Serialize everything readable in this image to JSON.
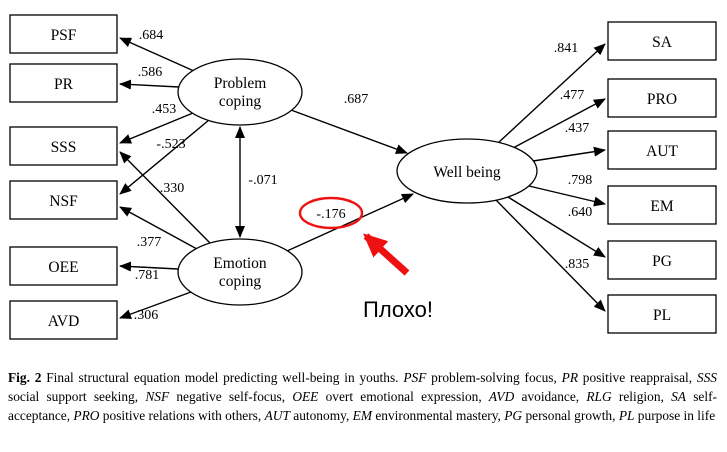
{
  "annotation": {
    "text": "Плохо!",
    "color": "#ee1111"
  },
  "diagram": {
    "latent": {
      "problem": {
        "line1": "Problem",
        "line2": "coping"
      },
      "emotion": {
        "line1": "Emotion",
        "line2": "coping"
      },
      "wellbeing": {
        "label": "Well being"
      }
    },
    "boxes_left": [
      "PSF",
      "PR",
      "SSS",
      "NSF",
      "OEE",
      "AVD"
    ],
    "boxes_right": [
      "SA",
      "PRO",
      "AUT",
      "EM",
      "PG",
      "PL"
    ],
    "coefficients": {
      "problem_psf": ".684",
      "problem_pr": ".586",
      "problem_sss": ".453",
      "problem_nsf": "-.523",
      "emotion_sss": ".330",
      "emotion_nsf": ".377",
      "emotion_oee": ".781",
      "emotion_avd": ".306",
      "problem_emotion_cov": "-.071",
      "problem_wellbeing": ".687",
      "emotion_wellbeing": "-.176",
      "wellbeing_sa": ".841",
      "wellbeing_pro": ".477",
      "wellbeing_aut": ".437",
      "wellbeing_em": ".798",
      "wellbeing_pg": ".640",
      "wellbeing_pl": ".835"
    }
  },
  "caption": {
    "segments": [
      {
        "text": "Fig. 2",
        "style": "bold"
      },
      {
        "text": "  Final structural equation model predicting well-being in youths. ",
        "style": "normal"
      },
      {
        "text": "PSF",
        "style": "italic"
      },
      {
        "text": " problem-solving focus, ",
        "style": "normal"
      },
      {
        "text": "PR",
        "style": "italic"
      },
      {
        "text": " positive reappraisal, ",
        "style": "normal"
      },
      {
        "text": "SSS",
        "style": "italic"
      },
      {
        "text": " social support seeking, ",
        "style": "normal"
      },
      {
        "text": "NSF",
        "style": "italic"
      },
      {
        "text": " negative self-focus, ",
        "style": "normal"
      },
      {
        "text": "OEE",
        "style": "italic"
      },
      {
        "text": " overt emotional expression, ",
        "style": "normal"
      },
      {
        "text": "AVD",
        "style": "italic"
      },
      {
        "text": " avoidance, ",
        "style": "normal"
      },
      {
        "text": "RLG",
        "style": "italic"
      },
      {
        "text": " religion, ",
        "style": "normal"
      },
      {
        "text": "SA",
        "style": "italic"
      },
      {
        "text": " self-acceptance, ",
        "style": "normal"
      },
      {
        "text": "PRO",
        "style": "italic"
      },
      {
        "text": " positive relations with others, ",
        "style": "normal"
      },
      {
        "text": "AUT",
        "style": "italic"
      },
      {
        "text": " autonomy, ",
        "style": "normal"
      },
      {
        "text": "EM",
        "style": "italic"
      },
      {
        "text": " environmental mastery, ",
        "style": "normal"
      },
      {
        "text": "PG",
        "style": "italic"
      },
      {
        "text": " personal growth, ",
        "style": "normal"
      },
      {
        "text": "PL",
        "style": "italic"
      },
      {
        "text": " purpose in life",
        "style": "normal"
      }
    ]
  }
}
